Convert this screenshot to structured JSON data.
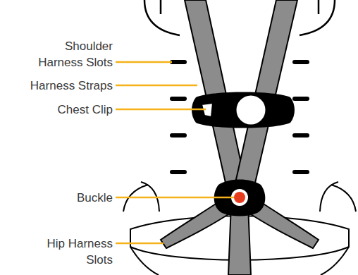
{
  "diagram": {
    "labels": [
      "Shoulder Harness Slots",
      "Harness Straps",
      "Chest Clip",
      "Buckle",
      "Hip Harness Slots"
    ]
  }
}
